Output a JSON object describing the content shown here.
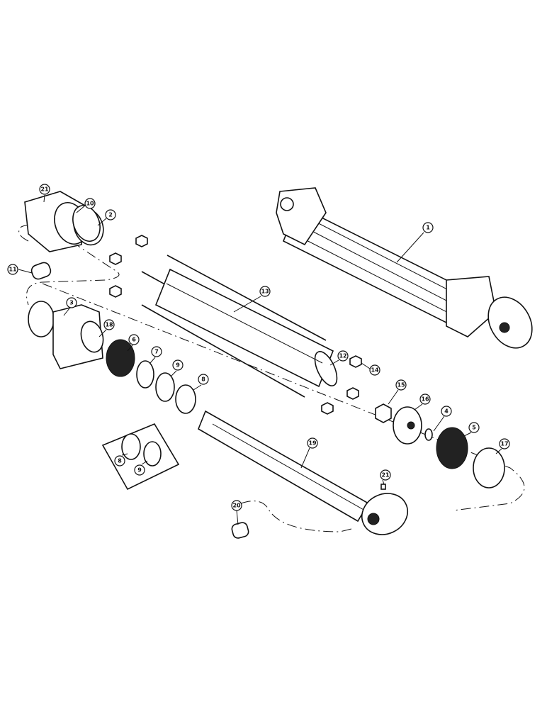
{
  "diagram": {
    "callouts": [
      {
        "id": "c21a",
        "label": "21"
      },
      {
        "id": "c10",
        "label": "10"
      },
      {
        "id": "c2",
        "label": "2"
      },
      {
        "id": "c11",
        "label": "11"
      },
      {
        "id": "c3",
        "label": "3"
      },
      {
        "id": "c18",
        "label": "18"
      },
      {
        "id": "c6",
        "label": "6"
      },
      {
        "id": "c7",
        "label": "7"
      },
      {
        "id": "c9",
        "label": "9"
      },
      {
        "id": "c8",
        "label": "8"
      },
      {
        "id": "c8b",
        "label": "8"
      },
      {
        "id": "c9b",
        "label": "9"
      },
      {
        "id": "c1",
        "label": "1"
      },
      {
        "id": "c13",
        "label": "13"
      },
      {
        "id": "c12",
        "label": "12"
      },
      {
        "id": "c14",
        "label": "14"
      },
      {
        "id": "c15",
        "label": "15"
      },
      {
        "id": "c16",
        "label": "16"
      },
      {
        "id": "c4",
        "label": "4"
      },
      {
        "id": "c5",
        "label": "5"
      },
      {
        "id": "c17",
        "label": "17"
      },
      {
        "id": "c19",
        "label": "19"
      },
      {
        "id": "c21b",
        "label": "21"
      },
      {
        "id": "c20",
        "label": "20"
      }
    ]
  }
}
